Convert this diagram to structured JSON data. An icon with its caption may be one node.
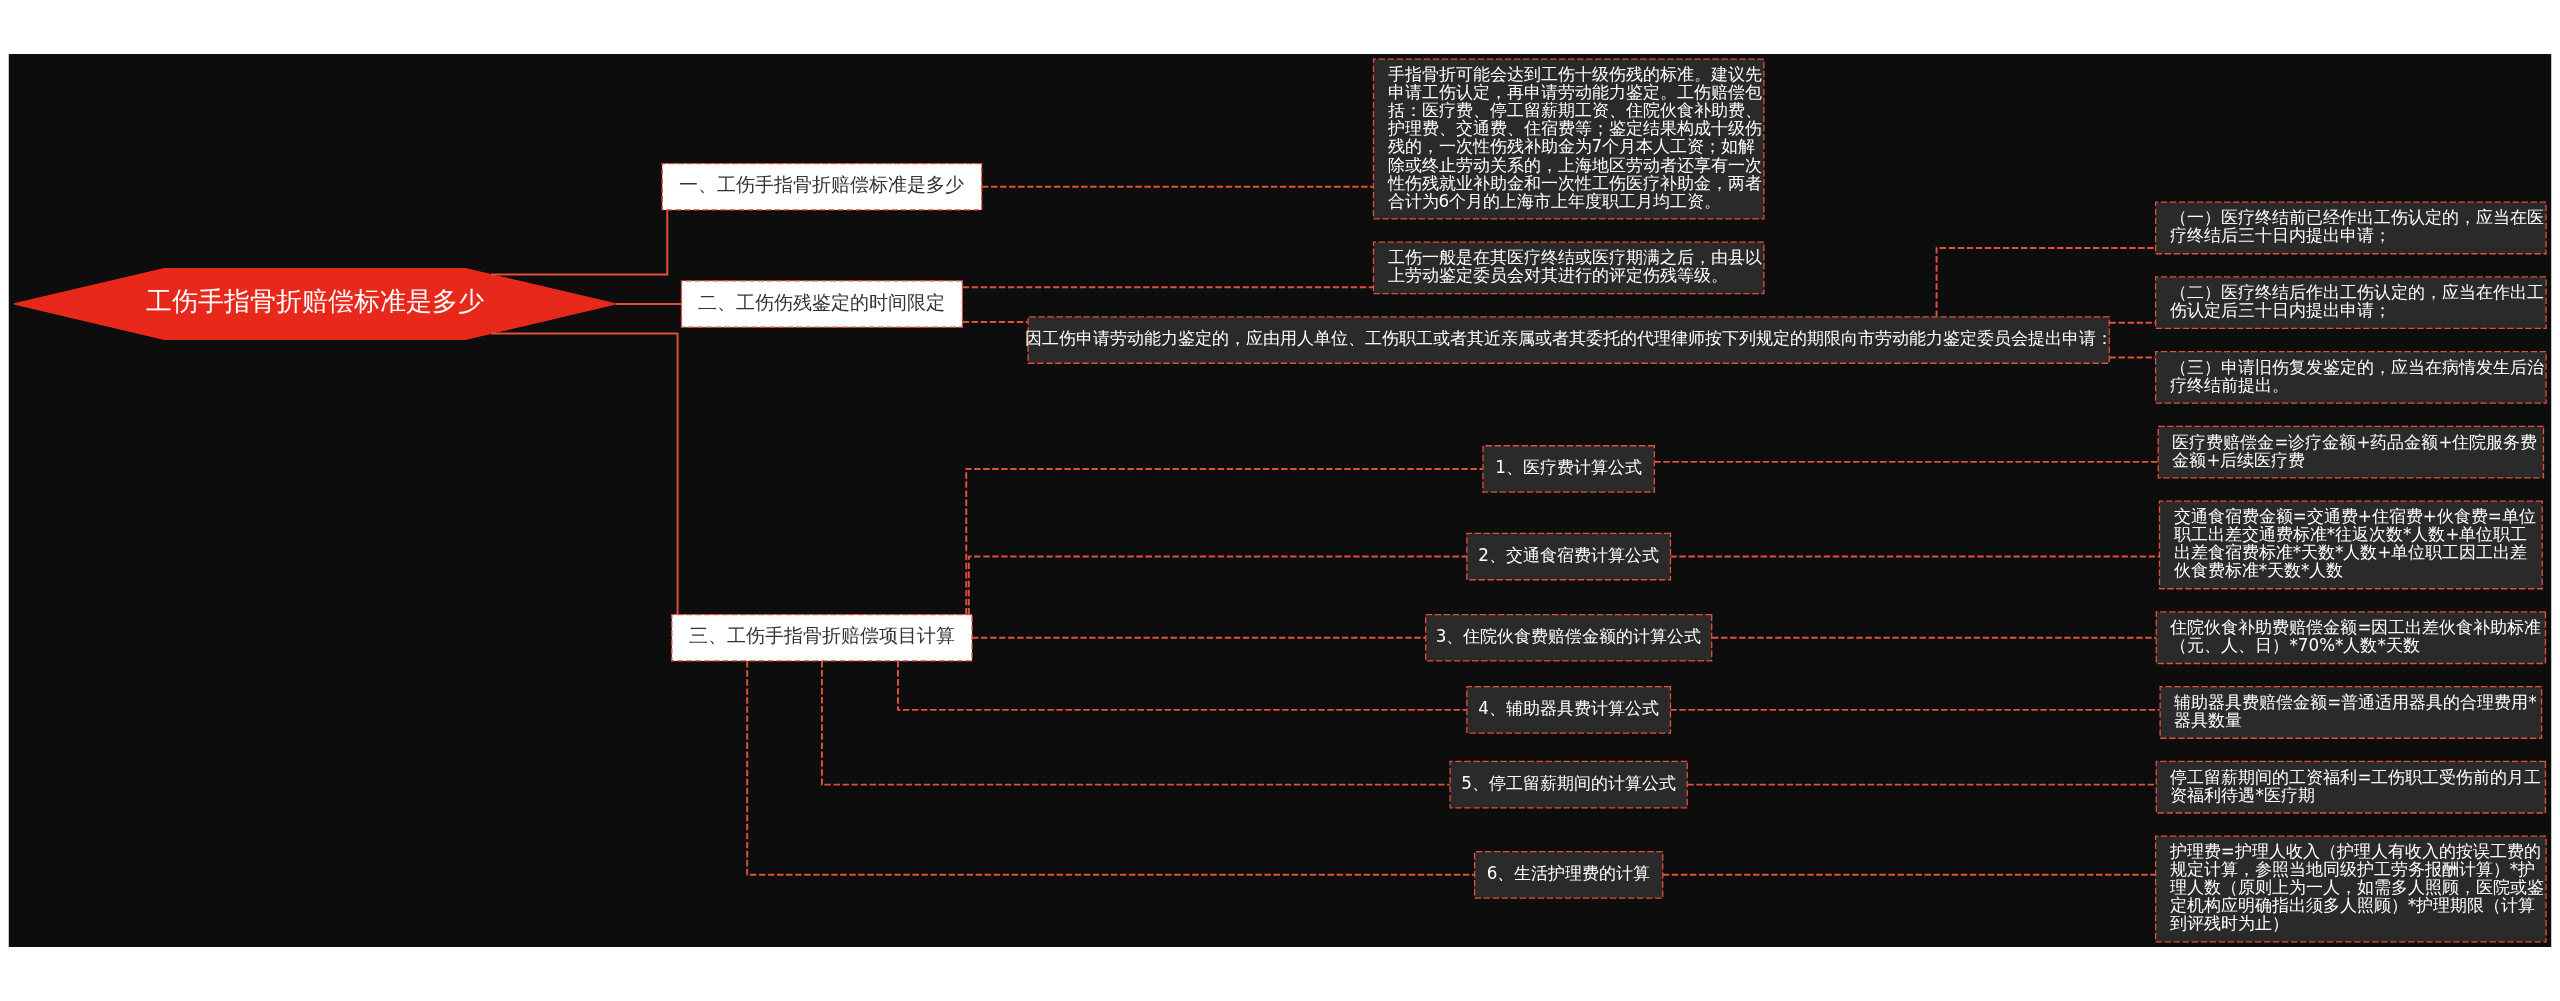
{
  "diagram": {
    "nodes": [
      {
        "text": [
          "工伤手指骨折赔偿标准是多少"
        ]
      },
      {
        "text": [
          "一、工伤手指骨折赔偿标准是多少"
        ]
      },
      {
        "text": [
          "手指骨折可能会达到工伤十级伤残的标准。建议先申请工伤认定，再申请劳动能力鉴定。工伤赔偿包括：医疗费、停工留薪期工资、住院伙食补助费、护理费、交通费、住宿费等；鉴定结果构成十级伤残的，一次性伤残补助金为7个月本人工资；如解除或终止劳动关系的，上海地区劳动者还享有一次性伤残就业补助金和一次性工伤医疗补助金，两者合计为6个月的上海市上年度职工月均工资。"
        ]
      },
      {
        "text": [
          "二、工伤伤残鉴定的时间限定"
        ]
      },
      {
        "text": [
          "工伤一般是在其医疗终结或医疗期满之后，由县以上劳动鉴定委员会对其进行的评定伤残等级。"
        ]
      },
      {
        "text": [
          "因工伤申请劳动能力鉴定的，应由用人单位、工伤职工或者其近亲属或者其委托的代理律师按下列规定的期限向市劳动能力鉴定委员会提出申请："
        ]
      },
      {
        "text": [
          "（一）医疗终结前已经作出工伤认定的，应当在医疗终结后三十日内提出申请；"
        ]
      },
      {
        "text": [
          "（二）医疗终结后作出工伤认定的，应当在作出工伤认定后三十日内提出申请；"
        ]
      },
      {
        "text": [
          "（三）申请旧伤复发鉴定的，应当在病情发生后治疗终结前提出。"
        ]
      },
      {
        "text": [
          "三、工伤手指骨折赔偿项目计算"
        ]
      },
      {
        "text": [
          "1、医疗费计算公式"
        ]
      },
      {
        "text": [
          "医疗费赔偿金=诊疗金额+药品金额+住院服务费金额+后续医疗费"
        ]
      },
      {
        "text": [
          "2、交通食宿费计算公式"
        ]
      },
      {
        "text": [
          "交通食宿费金额=交通费+住宿费+伙食费=单位职工出差交通费标准*往返次数*人数+单位职工出差食宿费标准*天数*人数+单位职工因工出差伙食费标准*天数*人数"
        ]
      },
      {
        "text": [
          "3、住院伙食费赔偿金额的计算公式"
        ]
      },
      {
        "text": [
          "住院伙食补助费赔偿金额=因工出差伙食补助标准（元、人、日）*70%*人数*天数"
        ]
      },
      {
        "text": [
          "4、辅助器具费计算公式"
        ]
      },
      {
        "text": [
          "辅助器具费赔偿金额=普通适用器具的合理费用*器具数量"
        ]
      },
      {
        "text": [
          "5、停工留薪期间的计算公式"
        ]
      },
      {
        "text": [
          "停工留薪期间的工资福利=工伤职工受伤前的月工资福利待遇*医疗期"
        ]
      },
      {
        "text": [
          "6、生活护理费的计算"
        ]
      },
      {
        "text": [
          "护理费=护理人收入（护理人有收入的按误工费的规定计算，参照当地同级护工劳务报酬计算）*护理人数（原则上为一人，如需多人照顾，医院或鉴定机构应明确指出须多人照顾）*护理期限（计算到评残时为止）"
        ]
      }
    ],
    "edges": [
      {
        "from": 0,
        "to": 1,
        "arrow": "none"
      },
      {
        "from": 1,
        "to": 2,
        "arrow": "none",
        "style": "dashed"
      },
      {
        "from": 0,
        "to": 3,
        "arrow": "none"
      },
      {
        "from": 3,
        "to": 4,
        "arrow": "none",
        "style": "dashed"
      },
      {
        "from": 3,
        "to": 5,
        "arrow": "none",
        "style": "dashed"
      },
      {
        "from": 5,
        "to": 6,
        "arrow": "none",
        "style": "dashed"
      },
      {
        "from": 5,
        "to": 7,
        "arrow": "none",
        "style": "dashed"
      },
      {
        "from": 5,
        "to": 8,
        "arrow": "none",
        "style": "dashed"
      },
      {
        "from": 0,
        "to": 9,
        "arrow": "none"
      },
      {
        "from": 9,
        "to": 10,
        "arrow": "none",
        "style": "dashed"
      },
      {
        "from": 10,
        "to": 11,
        "arrow": "none",
        "style": "dashed"
      },
      {
        "from": 9,
        "to": 12,
        "arrow": "none",
        "style": "dashed"
      },
      {
        "from": 12,
        "to": 13,
        "arrow": "none",
        "style": "dashed"
      },
      {
        "from": 9,
        "to": 14,
        "arrow": "none",
        "style": "dashed"
      },
      {
        "from": 14,
        "to": 15,
        "arrow": "none",
        "style": "dashed"
      },
      {
        "from": 9,
        "to": 16,
        "arrow": "none",
        "style": "dashed"
      },
      {
        "from": 16,
        "to": 17,
        "arrow": "none",
        "style": "dashed"
      },
      {
        "from": 9,
        "to": 18,
        "arrow": "none",
        "style": "dashed"
      },
      {
        "from": 18,
        "to": 19,
        "arrow": "none",
        "style": "dashed"
      },
      {
        "from": 9,
        "to": 20,
        "arrow": "none",
        "style": "dashed"
      },
      {
        "from": 20,
        "to": 21,
        "arrow": "none",
        "style": "dashed"
      }
    ]
  }
}
